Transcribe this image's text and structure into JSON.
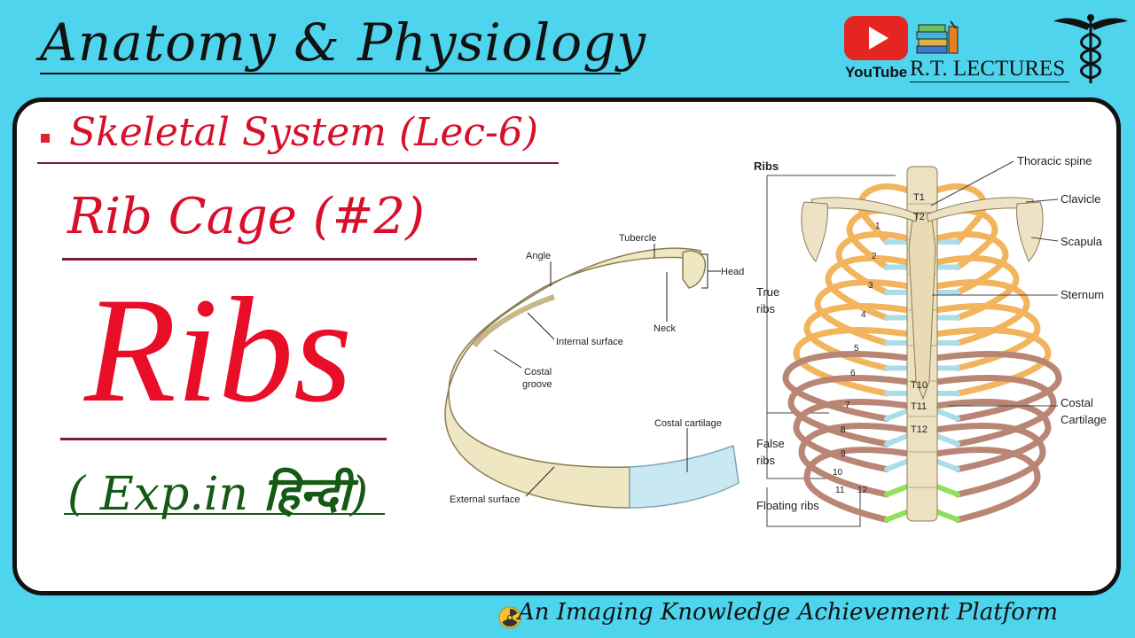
{
  "header": {
    "title": "Anatomy & Physiology",
    "youtube_label": "YouTube",
    "brand": "R.T. LECTURES"
  },
  "lecture": {
    "topic": "Skeletal System (Lec-6)",
    "subtitle": "Rib Cage (#2)",
    "heading": "Ribs",
    "explanation_prefix": "( Exp.in ",
    "explanation_lang": "हिन्दी",
    "explanation_suffix": ")"
  },
  "single_rib_diagram": {
    "labels": {
      "angle": "Angle",
      "tubercle": "Tubercle",
      "head": "Head",
      "neck": "Neck",
      "internal_surface": "Internal surface",
      "costal_groove_1": "Costal",
      "costal_groove_2": "groove",
      "costal_cartilage": "Costal cartilage",
      "external_surface": "External surface"
    }
  },
  "rib_cage_diagram": {
    "title": "Ribs",
    "labels": {
      "thoracic_spine": "Thoracic spine",
      "clavicle": "Clavicle",
      "scapula": "Scapula",
      "sternum": "Sternum",
      "costal_cartilage_1": "Costal",
      "costal_cartilage_2": "Cartilage",
      "true_ribs_1": "True",
      "true_ribs_2": "ribs",
      "false_ribs_1": "False",
      "false_ribs_2": "ribs",
      "floating_ribs": "Floating ribs"
    },
    "vertebrae": {
      "t1": "T1",
      "t2": "T2",
      "t10": "T10",
      "t11": "T11",
      "t12": "T12"
    },
    "rib_numbers": [
      "1",
      "2",
      "3",
      "4",
      "5",
      "6",
      "7",
      "8",
      "9",
      "10",
      "11",
      "12"
    ]
  },
  "footer": {
    "tagline": "An Imaging Knowledge Achievement Platform"
  },
  "colors": {
    "background": "#4fd4ee",
    "title_red": "#d6102a",
    "hindi_green": "#155a14",
    "true_rib": "#f2b55e",
    "false_rib": "#b98575",
    "cartilage": "#a9dde8",
    "floating_cartilage": "#8fe05a"
  }
}
